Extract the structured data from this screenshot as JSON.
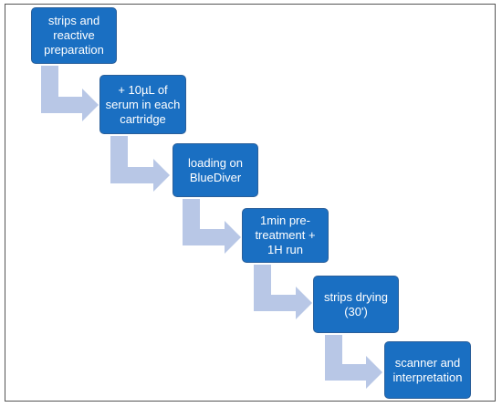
{
  "steps": [
    {
      "label": "strips and\nreactive\npreparation"
    },
    {
      "label": "+ 10µL of\nserum in each\ncartridge"
    },
    {
      "label": "loading on\nBlueDiver"
    },
    {
      "label": "1min pre-\ntreatment +\n1H run"
    },
    {
      "label": "strips drying\n(30')"
    },
    {
      "label": "scanner  and\ninterpretation"
    }
  ],
  "colors": {
    "box_fill": "#1a6fc2",
    "box_border": "#2a5f9a",
    "arrow_fill": "#b8c7e6",
    "text": "#ffffff",
    "frame_border": "#555555"
  }
}
